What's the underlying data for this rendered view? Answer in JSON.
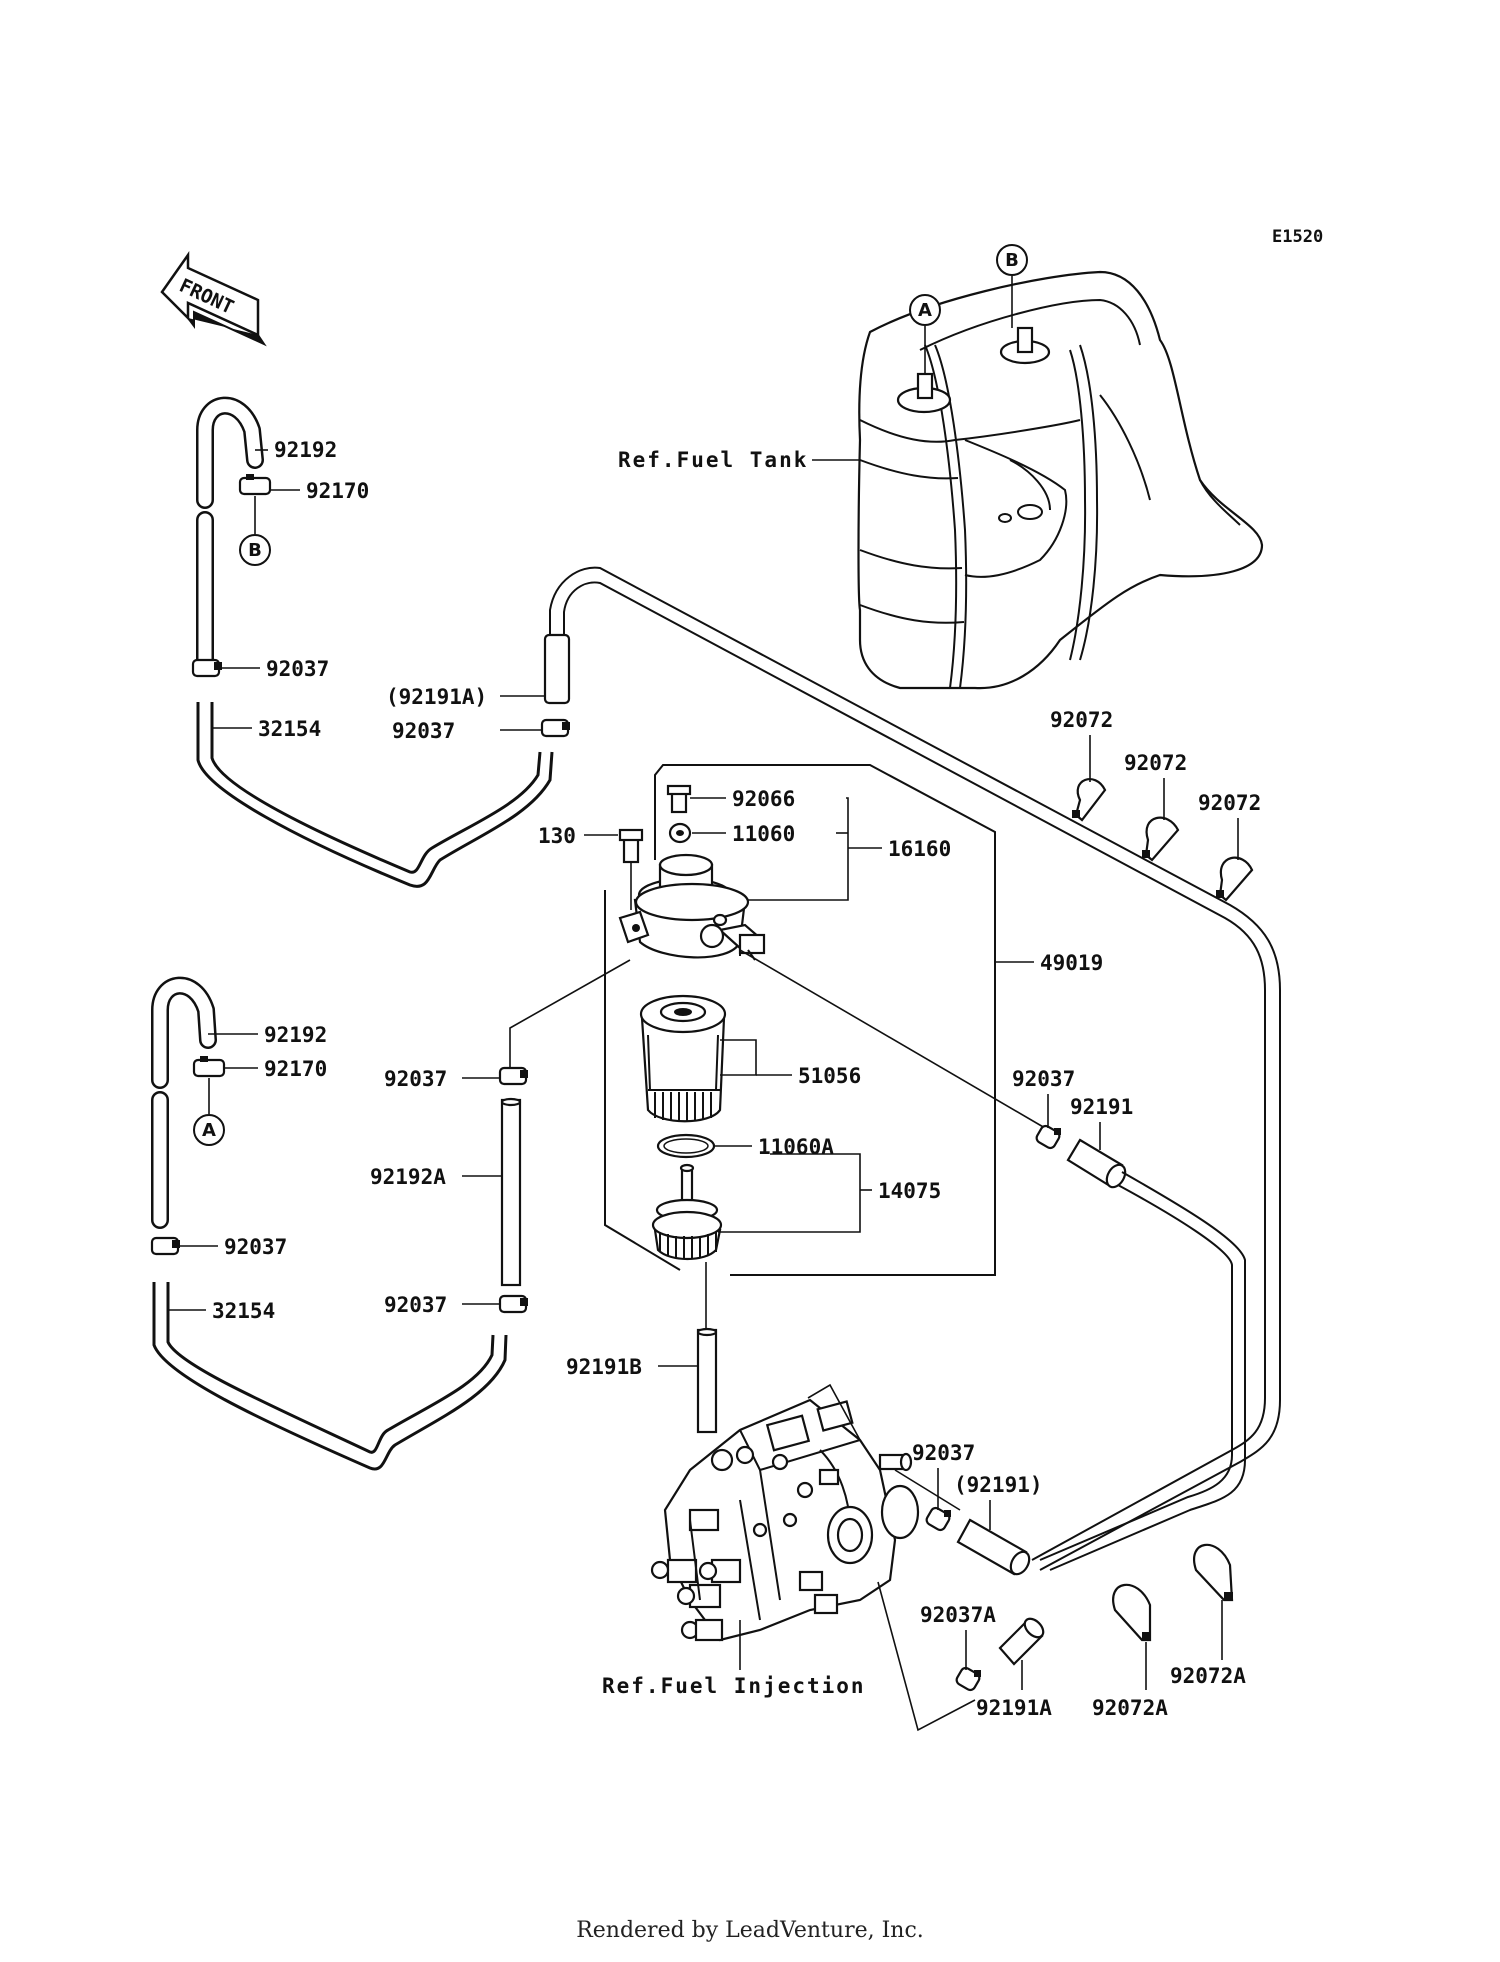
{
  "diagram_code": "E1520",
  "front_label": "FRONT",
  "references": {
    "fuel_tank": "Ref.Fuel Tank",
    "fuel_injection": "Ref.Fuel Injection"
  },
  "connectors": {
    "a": "A",
    "b": "B"
  },
  "parts": {
    "p92192_top": "92192",
    "p92170_top": "92170",
    "p92037_a": "92037",
    "p32154_top": "32154",
    "p92191A_paren": "(92191A)",
    "p92037_b": "92037",
    "p92066": "92066",
    "p130": "130",
    "p11060": "11060",
    "p16160": "16160",
    "p49019": "49019",
    "p92192_bot": "92192",
    "p92170_bot": "92170",
    "p92037_c": "92037",
    "p51056": "51056",
    "p92192A": "92192A",
    "p11060A": "11060A",
    "p14075": "14075",
    "p92037_d": "92037",
    "p32154_bot": "32154",
    "p92037_e": "92037",
    "p92191B": "92191B",
    "p92037_f": "92037",
    "p92191": "92191",
    "p92037_g": "92037",
    "p92191_paren": "(92191)",
    "p92037A": "92037A",
    "p92191A": "92191A",
    "p92072_1": "92072",
    "p92072_2": "92072",
    "p92072_3": "92072",
    "p92072A_1": "92072A",
    "p92072A_2": "92072A"
  },
  "footer": "Rendered by LeadVenture, Inc."
}
